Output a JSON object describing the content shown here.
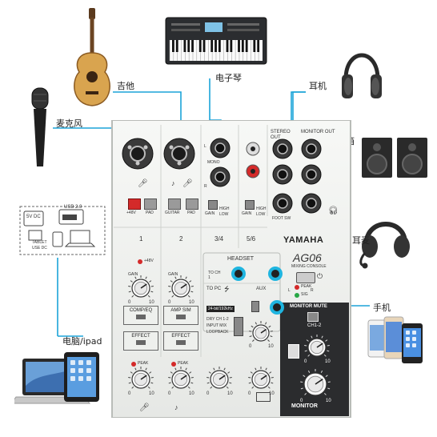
{
  "colors": {
    "line": "#1ba4d8",
    "panel": "#f3f4f2",
    "panel_edge": "#c9ccc8",
    "knob": "#2a2a2a",
    "jack": "#3a3a3a",
    "red": "#d42a2a",
    "green": "#27a745",
    "cyan_ring": "#1fb5e0",
    "dark_section": "#2b2c2e"
  },
  "labels": {
    "guitar": "吉他",
    "keyboard": "电子琴",
    "headphones": "耳机",
    "speakers": "音箱",
    "microphone": "麦克风",
    "headset": "耳麦",
    "phone": "手机",
    "pc": "电脑/ipad"
  },
  "usb": {
    "dc_label": "5V DC",
    "usb_label": "USB 2.0",
    "tablet_label": "TABLET",
    "use_dc_label": "USE DC"
  },
  "mixer": {
    "brand": "YAMAHA",
    "model": "AG06",
    "model_sub": "MIXING CONSOLE",
    "ch_numbers": [
      "1",
      "2",
      "3/4",
      "5/6"
    ],
    "phantom": "+48V",
    "pad": "PAD",
    "guitar": "GUITAR",
    "mono": "MONO",
    "l": "L",
    "r": "R",
    "gain": "GAIN",
    "high": "HIGH",
    "low": "LOW",
    "stereo_out": "STEREO OUT",
    "monitor_out": "MONITOR OUT",
    "foot_sw": "FOOT SW",
    "headset": "HEADSET",
    "to_ch1": "TO CH 1",
    "peak": "PEAK",
    "sig": "SIG",
    "to_pc": "TO PC",
    "aux": "AUX",
    "sample_rate": "24-bit/192kHz",
    "dry_ch12": "DRY CH 1-2",
    "input_mix": "INPUT MIX",
    "loopback": "LOOPBACK",
    "comp_eq": "COMP/EQ",
    "amp_sim": "AMP SIM",
    "effect": "EFFECT",
    "monitor_mute": "MONITOR MUTE",
    "ch12": "CH1-2",
    "monitor": "MONITOR",
    "scale_0": "0",
    "scale_10": "10"
  }
}
